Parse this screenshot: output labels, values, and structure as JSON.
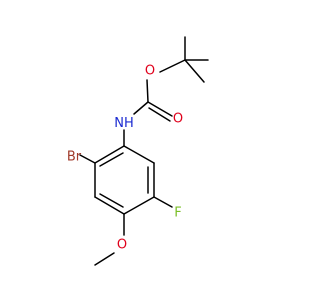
{
  "molecule": {
    "atoms": {
      "nitrogen": {
        "symbol": "N",
        "hydrogen": "H",
        "color": "#1b2bd1"
      },
      "carbonyl_oxygen": {
        "symbol": "O",
        "color": "#e0001b"
      },
      "ester_oxygen": {
        "symbol": "O",
        "color": "#e0001b"
      },
      "bromine": {
        "symbol": "Br",
        "color": "#a03a2a"
      },
      "fluorine": {
        "symbol": "F",
        "color": "#7bbf2a"
      },
      "methoxy_oxygen": {
        "symbol": "O",
        "color": "#e0001b"
      }
    }
  }
}
